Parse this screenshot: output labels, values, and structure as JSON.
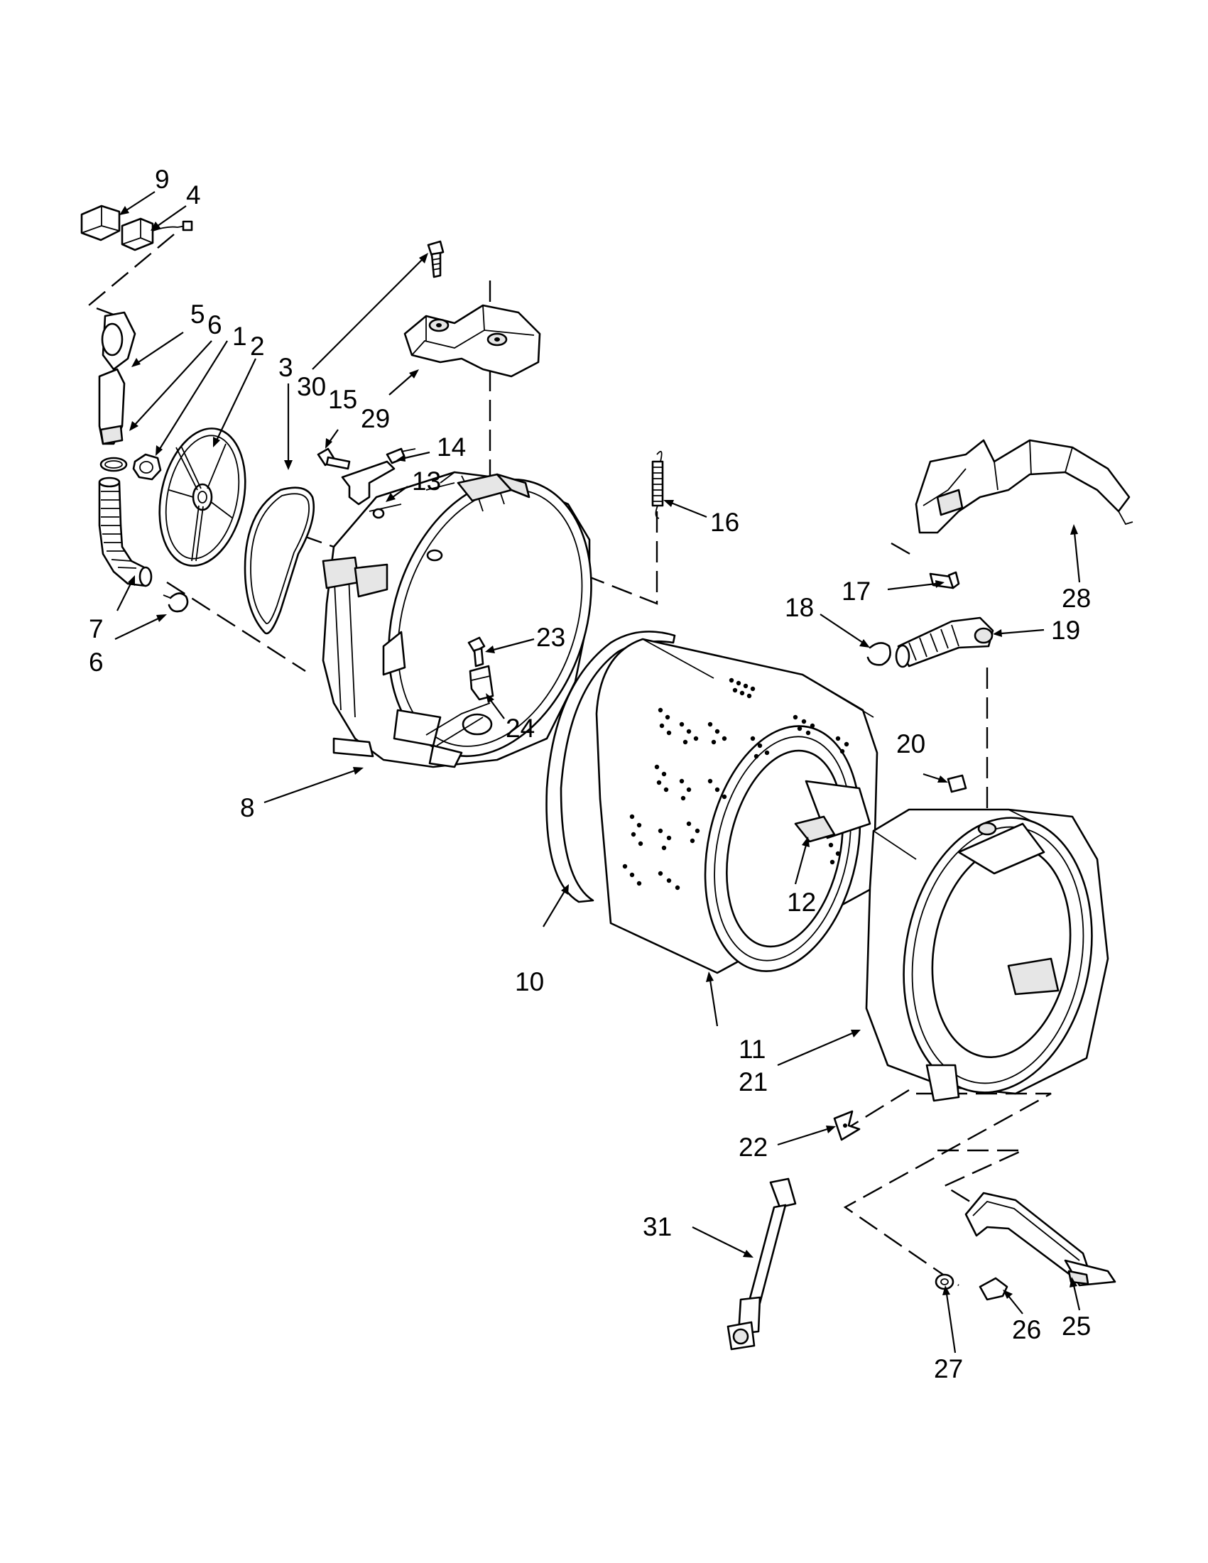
{
  "callouts": {
    "c1": "1",
    "c2": "2",
    "c3": "3",
    "c4": "4",
    "c5": "5",
    "c6a": "6",
    "c6b": "6",
    "c7": "7",
    "c8": "8",
    "c9": "9",
    "c10": "10",
    "c11": "11",
    "c12": "12",
    "c13": "13",
    "c14": "14",
    "c15": "15",
    "c16": "16",
    "c17": "17",
    "c18": "18",
    "c19": "19",
    "c20": "20",
    "c21": "21",
    "c22": "22",
    "c23": "23",
    "c24": "24",
    "c25": "25",
    "c26": "26",
    "c27": "27",
    "c28": "28",
    "c29": "29",
    "c30": "30",
    "c31": "31"
  },
  "colors": {
    "ink": "#000000",
    "paper": "#ffffff"
  }
}
